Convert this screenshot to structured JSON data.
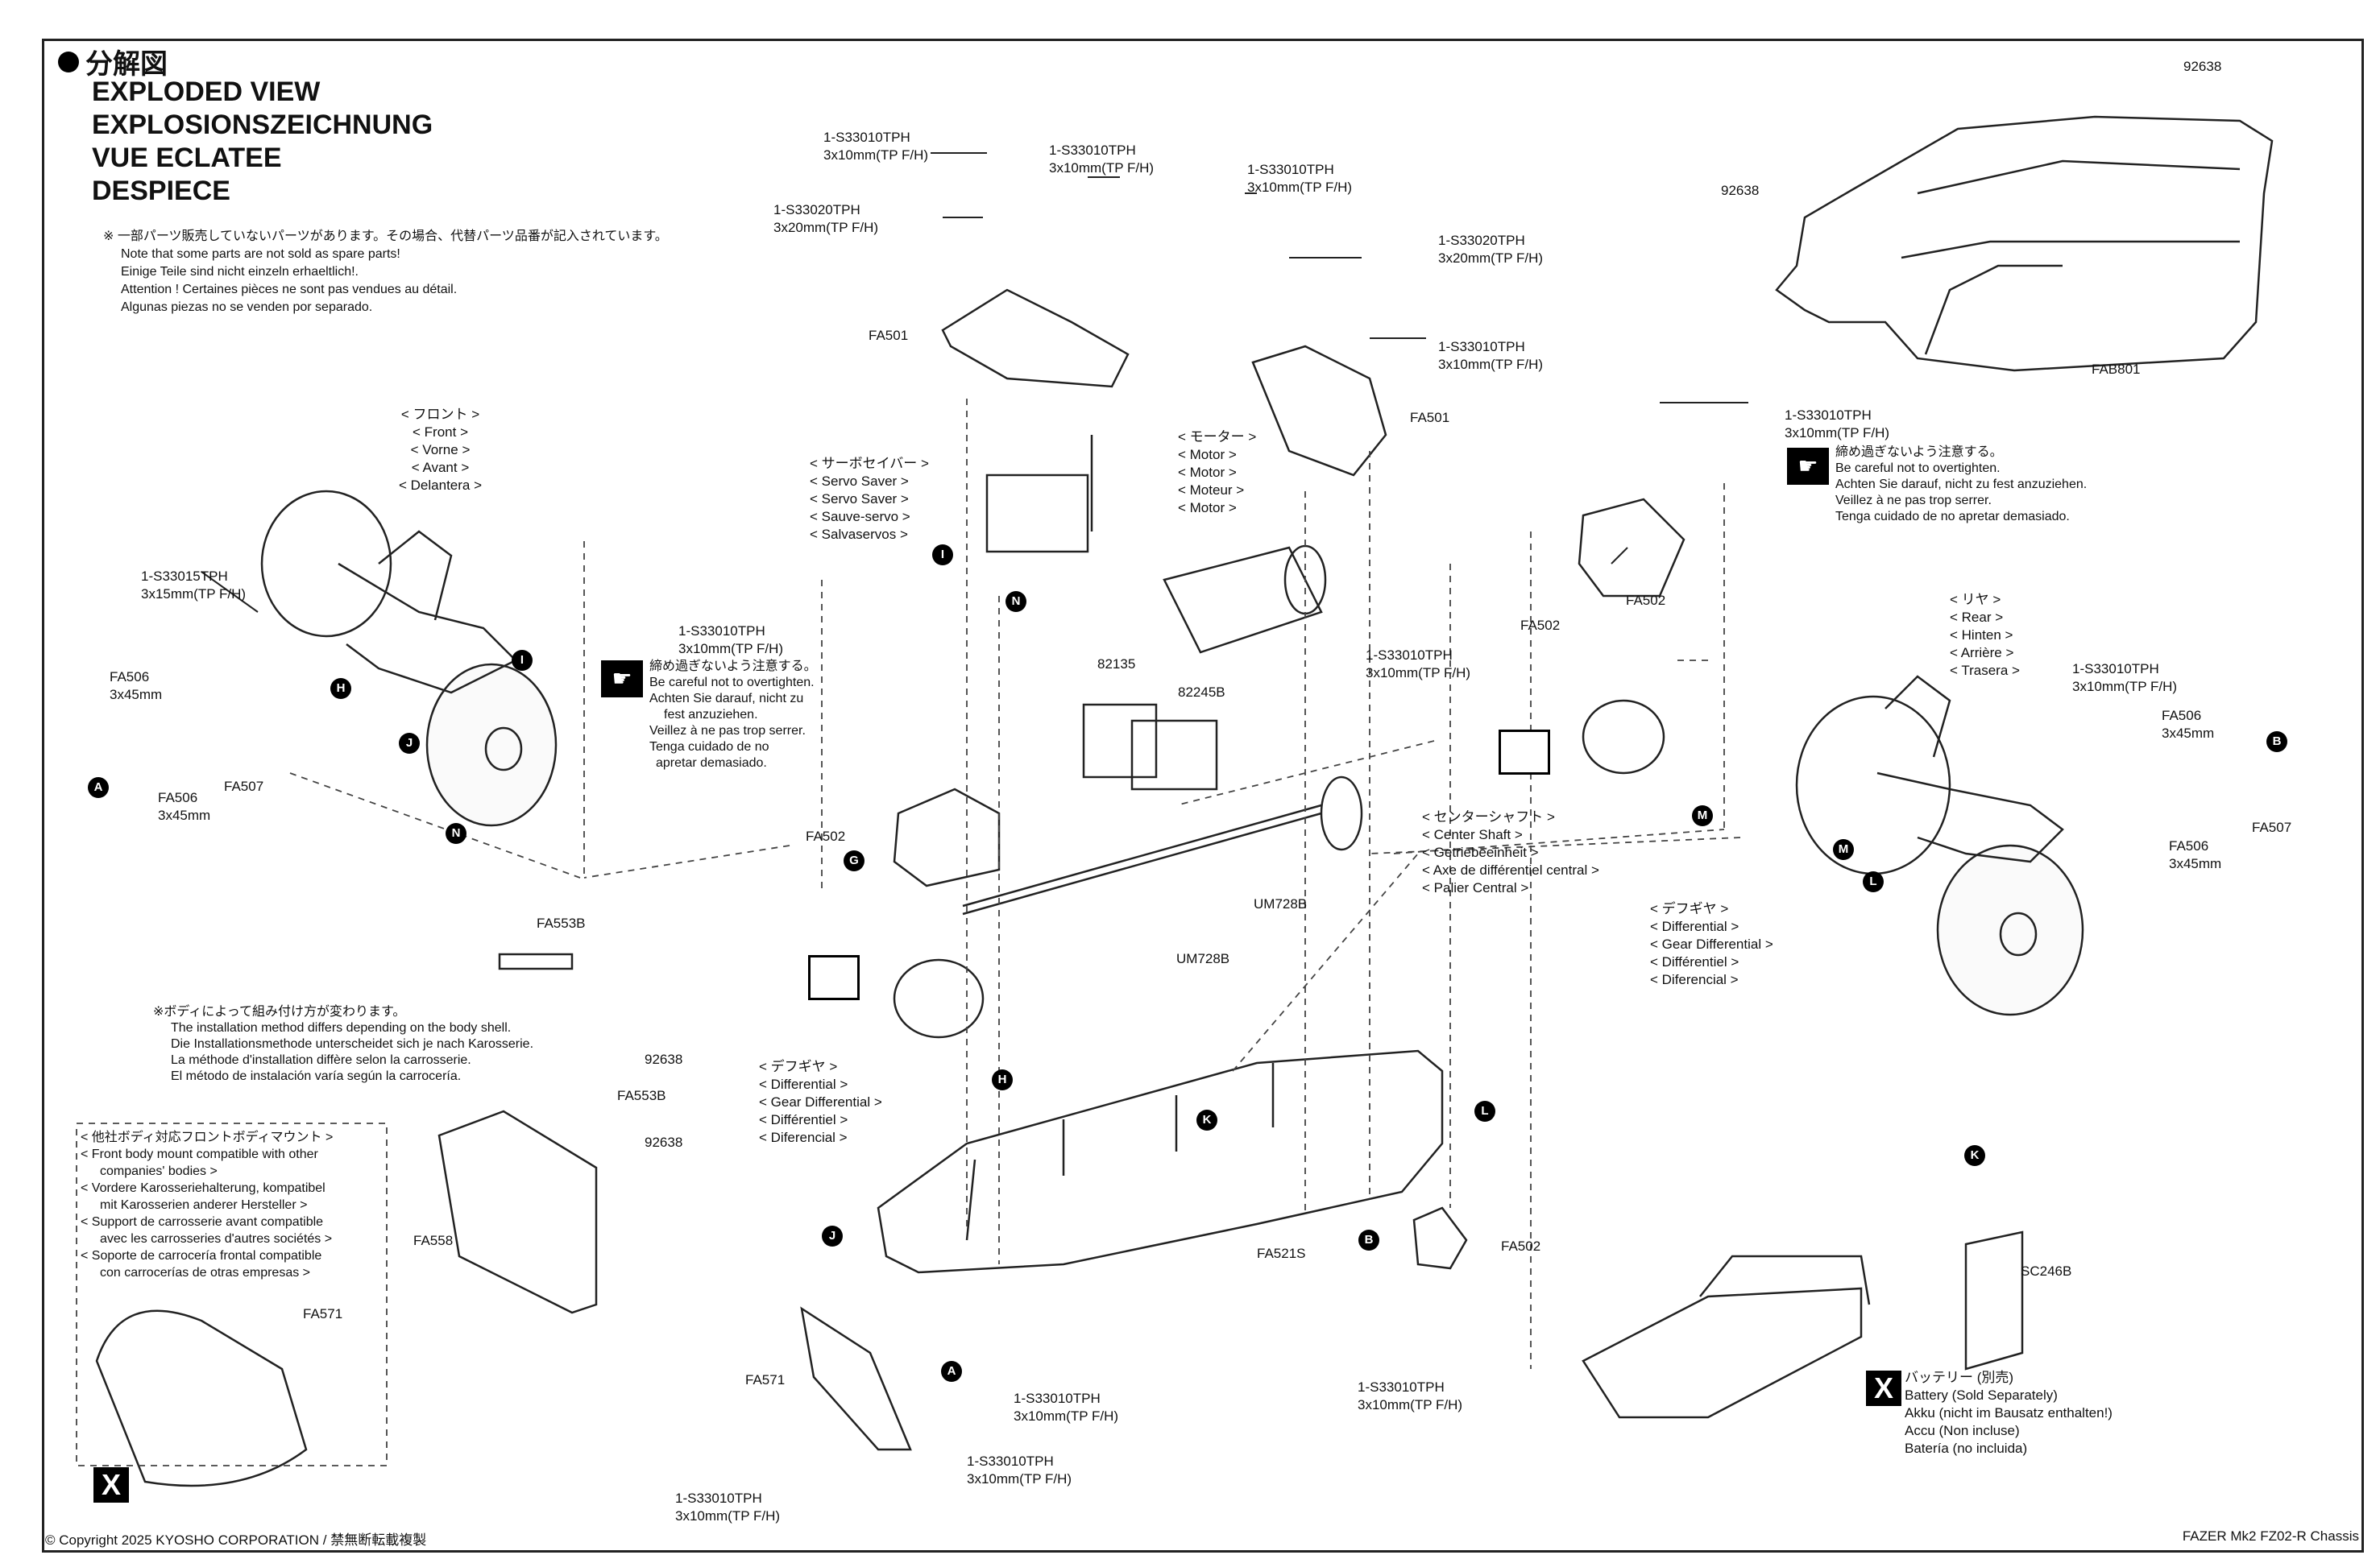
{
  "title_jp": "分解図",
  "titles": [
    "EXPLODED VIEW",
    "EXPLOSIONSZEICHNUNG",
    "VUE ECLATEE",
    "DESPIECE"
  ],
  "notice": [
    "※ 一部パーツ販売していないパーツがあります。その場合、代替パーツ品番が記入されています。",
    "Note that some parts are not sold as spare parts!",
    "Einige Teile sind nicht einzeln erhaeltlich!.",
    "Attention ! Certaines pièces ne sont pas vendues au détail.",
    "Algunas piezas no se venden por separado."
  ],
  "screw_10": [
    "1-S33010TPH",
    "3x10mm(TP F/H)"
  ],
  "screw_20": [
    "1-S33020TPH",
    "3x20mm(TP F/H)"
  ],
  "screw_15": [
    "1-S33015TPH",
    "3x15mm(TP F/H)"
  ],
  "fa506": [
    "FA506",
    "3x45mm"
  ],
  "front": [
    "< フロント >",
    "< Front >",
    "< Vorne >",
    "< Avant >",
    "< Delantera >"
  ],
  "rear": [
    "< リヤ >",
    "< Rear >",
    "< Hinten >",
    "< Arrière >",
    "< Trasera >"
  ],
  "servo_saver": [
    "< サーボセイバー >",
    "< Servo Saver >",
    "< Servo Saver >",
    "< Sauve-servo >",
    "< Salvaservos >"
  ],
  "motor": [
    "< モーター >",
    "< Motor >",
    "< Motor >",
    "< Moteur >",
    "< Motor >"
  ],
  "center_shaft": [
    "< センターシャフト >",
    "< Center Shaft >",
    "< Getriebeeinheit >",
    "< Axe de différentiel central >",
    "< Palier Central >"
  ],
  "diff": [
    "< デフギヤ >",
    "< Differential >",
    "< Gear Differential >",
    "< Différentiel >",
    "< Diferencial >"
  ],
  "tighten": [
    "締め過ぎないよう注意する。",
    "Be careful not to overtighten.",
    "Achten Sie darauf, nicht zu",
    "fest anzuziehen.",
    "Veillez à ne pas trop serrer.",
    "Tenga cuidado de no",
    "apretar demasiado."
  ],
  "tighten_r": [
    "締め過ぎないよう注意する。",
    "Be careful not to overtighten.",
    "Achten Sie darauf, nicht zu fest anzuziehen.",
    "Veillez à ne pas trop serrer.",
    "Tenga cuidado de no apretar demasiado."
  ],
  "body_note": [
    "※ボディによって組み付け方が変わります。",
    "The installation method differs depending on the body shell.",
    "Die Installationsmethode unterscheidet sich je nach Karosserie.",
    "La méthode d'installation diffère selon la carrosserie.",
    "El método de instalación varía según la carrocería."
  ],
  "front_mount": [
    "< 他社ボディ対応フロントボディマウント >",
    "< Front body mount compatible with other",
    "companies' bodies >",
    "< Vordere Karosseriehalterung, kompatibel",
    "mit Karosserien anderer Hersteller >",
    "< Support de carrosserie avant compatible",
    "avec les carrosseries d'autres sociétés >",
    "< Soporte de carrocería frontal compatible",
    "con carrocerías de otras empresas >"
  ],
  "battery": [
    "バッテリー (別売)",
    "Battery (Sold Separately)",
    "Akku (nicht im Bausatz enthalten!)",
    "Accu (Non incluse)",
    "Batería (no incluida)"
  ],
  "parts": {
    "fa501": "FA501",
    "fa502": "FA502",
    "fa507": "FA507",
    "fa553b": "FA553B",
    "fa558": "FA558",
    "fa571": "FA571",
    "fa521s": "FA521S",
    "fab801": "FAB801",
    "p92638": "92638",
    "p82135": "82135",
    "p82245b": "82245B",
    "um728b": "UM728B",
    "sc246b": "SC246B"
  },
  "markers": {
    "A": "A",
    "B": "B",
    "G": "G",
    "H": "H",
    "I": "I",
    "J": "J",
    "K": "K",
    "L": "L",
    "M": "M",
    "N": "N",
    "X": "X"
  },
  "footer_left": "© Copyright 2025 KYOSHO CORPORATION / 禁無断転載複製",
  "footer_right": "FAZER Mk2 FZ02-R Chassis"
}
